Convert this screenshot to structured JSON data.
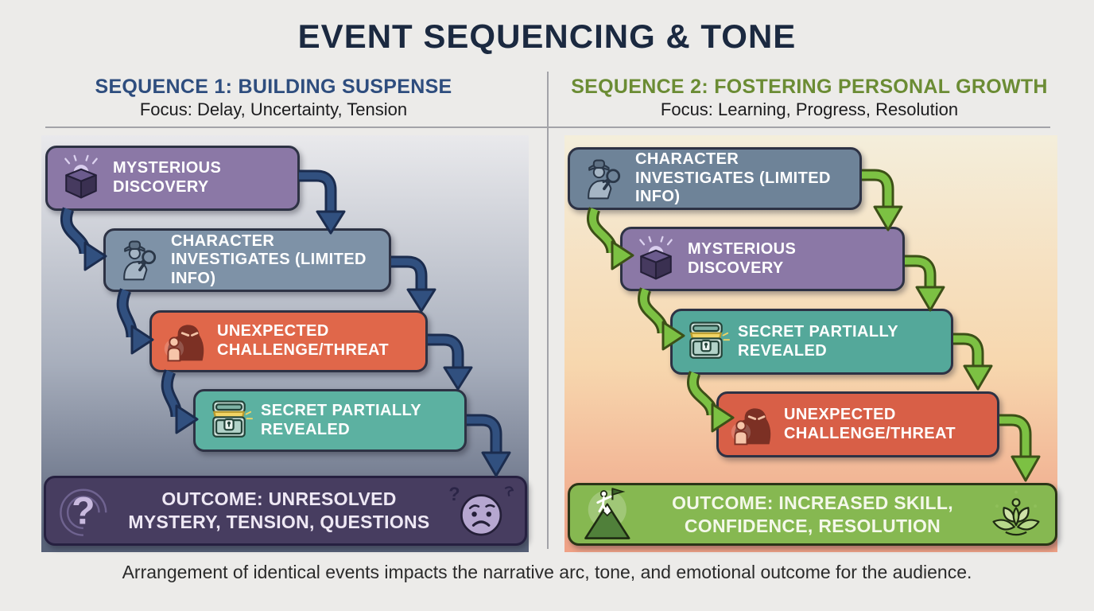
{
  "title": "EVENT SEQUENCING & TONE",
  "caption": "Arrangement of identical events impacts the narrative arc, tone, and emotional outcome for the audience.",
  "colors": {
    "page_bg": "#ecebe9",
    "title_color": "#1b2940",
    "seq1_heading": "#2e4d7e",
    "seq2_heading": "#6b8c34",
    "focus_text": "#1c1c1e",
    "caption_text": "#2a2a2a",
    "divider": "#a3a3a8",
    "box_text": "#ffffff",
    "step_border": "#2d3244",
    "arrow_navy": "#31507f",
    "arrow_navy_dark": "#1b2c4e",
    "arrow_green": "#7cc143",
    "arrow_green_dark": "#3c5017",
    "left_panel_top": "#e9e9ec",
    "left_panel_mid": "#a7aebc",
    "left_panel_bottom": "#566077",
    "right_panel_top": "#f4eedb",
    "right_panel_mid": "#f7d7ae",
    "right_panel_bottom": "#efa186",
    "outcome1_border": "#262040",
    "outcome1_text": "#eee8f4",
    "outcome2_border": "#2a3517",
    "outcome2_text": "#f4f8ea"
  },
  "sequences": [
    {
      "heading": "SEQUENCE 1: BUILDING SUSPENSE",
      "focus": "Focus: Delay, Uncertainty, Tension",
      "arrow_color": "#31507f",
      "steps": [
        {
          "label": "MYSTERIOUS DISCOVERY",
          "color": "#8b78a6",
          "icon": "mystery-box-icon"
        },
        {
          "label": "CHARACTER INVESTIGATES (LIMITED INFO)",
          "color": "#7e92a7",
          "icon": "detective-icon"
        },
        {
          "label": "UNEXPECTED CHALLENGE/THREAT",
          "color": "#e0674a",
          "icon": "threat-icon"
        },
        {
          "label": "SECRET PARTIALLY REVEALED",
          "color": "#5cb1a1",
          "icon": "treasure-chest-icon"
        }
      ],
      "outcome": {
        "label": "OUTCOME: UNRESOLVED MYSTERY, TENSION, QUESTIONS",
        "color": "#473d60",
        "icons": [
          "question-swirl-icon",
          "worried-face-icon"
        ]
      }
    },
    {
      "heading": "SEQUENCE 2: FOSTERING PERSONAL GROWTH",
      "focus": "Focus: Learning, Progress, Resolution",
      "arrow_color": "#7cc143",
      "steps": [
        {
          "label": "CHARACTER INVESTIGATES (LIMITED INFO)",
          "color": "#6e8398",
          "icon": "detective-icon"
        },
        {
          "label": "MYSTERIOUS DISCOVERY",
          "color": "#8b78a6",
          "icon": "mystery-box-icon"
        },
        {
          "label": "SECRET PARTIALLY REVEALED",
          "color": "#54a89a",
          "icon": "treasure-chest-icon"
        },
        {
          "label": "UNEXPECTED CHALLENGE/THREAT",
          "color": "#d85f47",
          "icon": "threat-icon"
        }
      ],
      "outcome": {
        "label": "OUTCOME: INCREASED SKILL, CONFIDENCE, RESOLUTION",
        "color": "#86b851",
        "icons": [
          "mountain-flag-icon",
          "lotus-growth-icon"
        ]
      }
    }
  ]
}
